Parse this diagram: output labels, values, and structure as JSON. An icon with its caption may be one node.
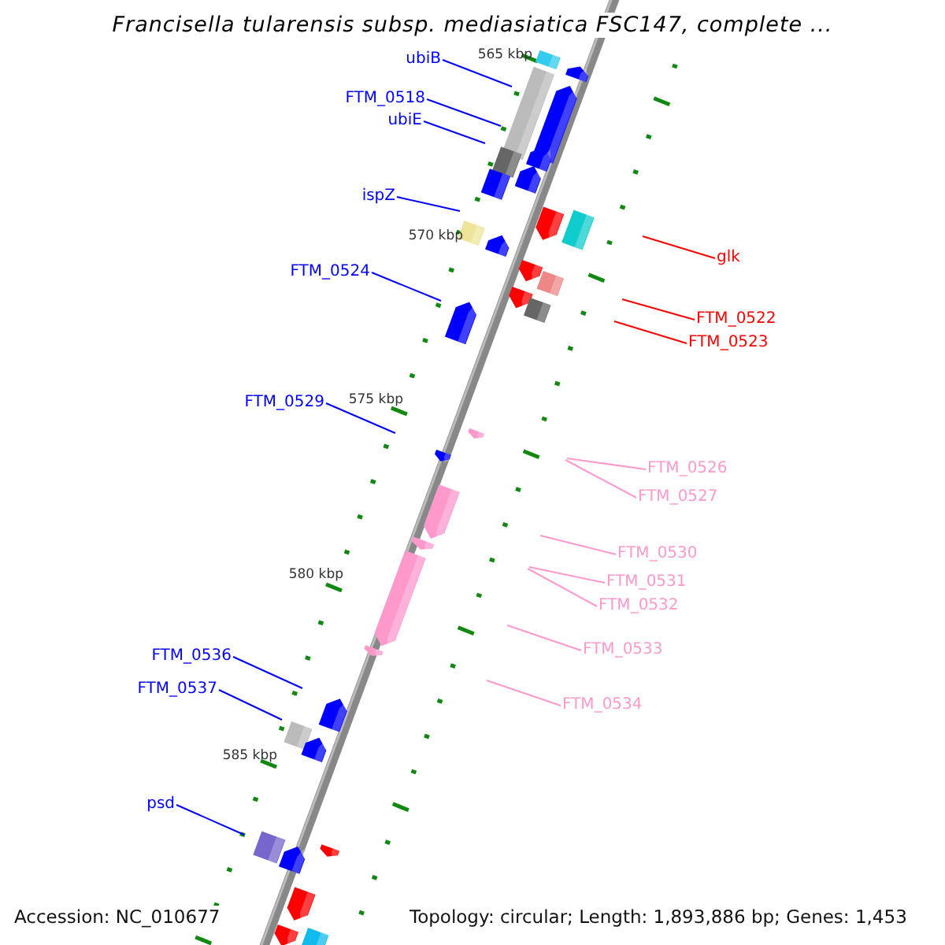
{
  "diagram": {
    "title": "Francisella tularensis subsp. mediasiatica FSC147, complete ...",
    "nodes": [
      {
        "text": [
          "ubiB"
        ]
      },
      {
        "text": [
          "FTM_0518"
        ]
      },
      {
        "text": [
          "ubiE"
        ]
      },
      {
        "text": [
          "ispZ"
        ]
      },
      {
        "text": [
          "FTM_0524"
        ]
      },
      {
        "text": [
          "FTM_0529"
        ]
      },
      {
        "text": [
          "FTM_0536"
        ]
      },
      {
        "text": [
          "FTM_0537"
        ]
      },
      {
        "text": [
          "psd"
        ]
      },
      {
        "text": [
          "glk"
        ]
      },
      {
        "text": [
          "FTM_0522"
        ]
      },
      {
        "text": [
          "FTM_0523"
        ]
      },
      {
        "text": [
          "FTM_0526"
        ]
      },
      {
        "text": [
          "FTM_0527"
        ]
      },
      {
        "text": [
          "FTM_0530"
        ]
      },
      {
        "text": [
          "FTM_0531"
        ]
      },
      {
        "text": [
          "FTM_0532"
        ]
      },
      {
        "text": [
          "FTM_0533"
        ]
      },
      {
        "text": [
          "FTM_0534"
        ]
      }
    ],
    "edges": [
      {
        "from": 0,
        "to": null,
        "arrow": "none"
      },
      {
        "from": 1,
        "to": null,
        "arrow": "none"
      },
      {
        "from": 2,
        "to": null,
        "arrow": "none"
      },
      {
        "from": 3,
        "to": null,
        "arrow": "none"
      },
      {
        "from": 4,
        "to": null,
        "arrow": "none"
      },
      {
        "from": 5,
        "to": null,
        "arrow": "none"
      },
      {
        "from": 6,
        "to": null,
        "arrow": "none"
      },
      {
        "from": 7,
        "to": null,
        "arrow": "none"
      },
      {
        "from": 8,
        "to": null,
        "arrow": "none"
      },
      {
        "from": 9,
        "to": null,
        "arrow": "none",
        "color": "#ff0000"
      },
      {
        "from": 10,
        "to": null,
        "arrow": "none",
        "color": "#ff0000"
      },
      {
        "from": 11,
        "to": null,
        "arrow": "none",
        "color": "#ff0000"
      },
      {
        "from": 12,
        "to": null,
        "arrow": "none",
        "color": "#ff99cc"
      },
      {
        "from": 13,
        "to": null,
        "arrow": "none",
        "color": "#ff99cc"
      },
      {
        "from": 14,
        "to": null,
        "arrow": "none",
        "color": "#ff99cc"
      },
      {
        "from": 15,
        "to": null,
        "arrow": "none",
        "color": "#ff99cc"
      },
      {
        "from": 16,
        "to": null,
        "arrow": "none",
        "color": "#ff99cc"
      },
      {
        "from": 17,
        "to": null,
        "arrow": "none",
        "color": "#ff99cc"
      },
      {
        "from": 18,
        "to": null,
        "arrow": "none",
        "color": "#ff99cc"
      }
    ],
    "labels": [
      "565 kbp",
      "570 kbp",
      "575 kbp",
      "580 kbp",
      "585 kbp",
      "Accession: NC_010677",
      "Topology: circular; Length: 1,893,886 bp; Genes: 1,453"
    ]
  }
}
